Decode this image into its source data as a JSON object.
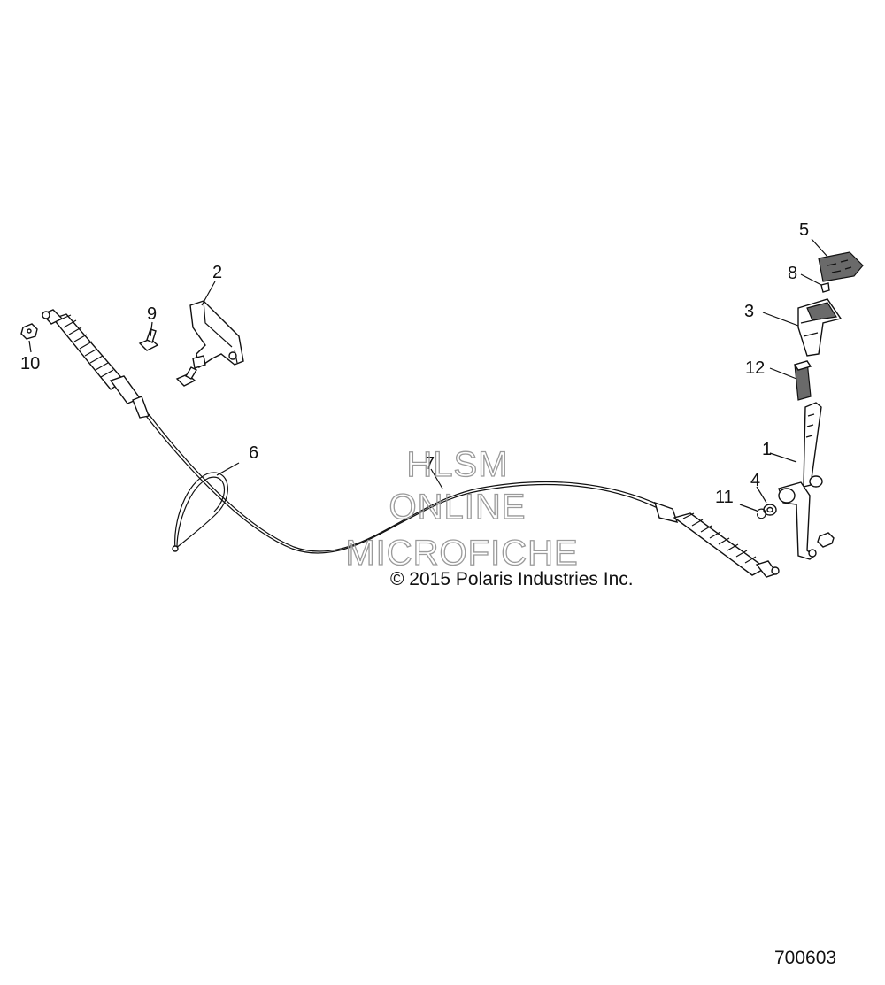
{
  "diagram": {
    "callouts": [
      {
        "id": "c1",
        "label": "1"
      },
      {
        "id": "c2",
        "label": "2"
      },
      {
        "id": "c3",
        "label": "3"
      },
      {
        "id": "c4",
        "label": "4"
      },
      {
        "id": "c5",
        "label": "5"
      },
      {
        "id": "c6",
        "label": "6"
      },
      {
        "id": "c7",
        "label": "7"
      },
      {
        "id": "c8",
        "label": "8"
      },
      {
        "id": "c9",
        "label": "9"
      },
      {
        "id": "c10",
        "label": "10"
      },
      {
        "id": "c11",
        "label": "11"
      },
      {
        "id": "c12",
        "label": "12"
      }
    ],
    "watermark": {
      "line1": "HLSM",
      "line2": "ONLINE",
      "line3": "MICROFICHE"
    },
    "copyright": "© 2015 Polaris Industries Inc.",
    "figure_number": "700603"
  }
}
